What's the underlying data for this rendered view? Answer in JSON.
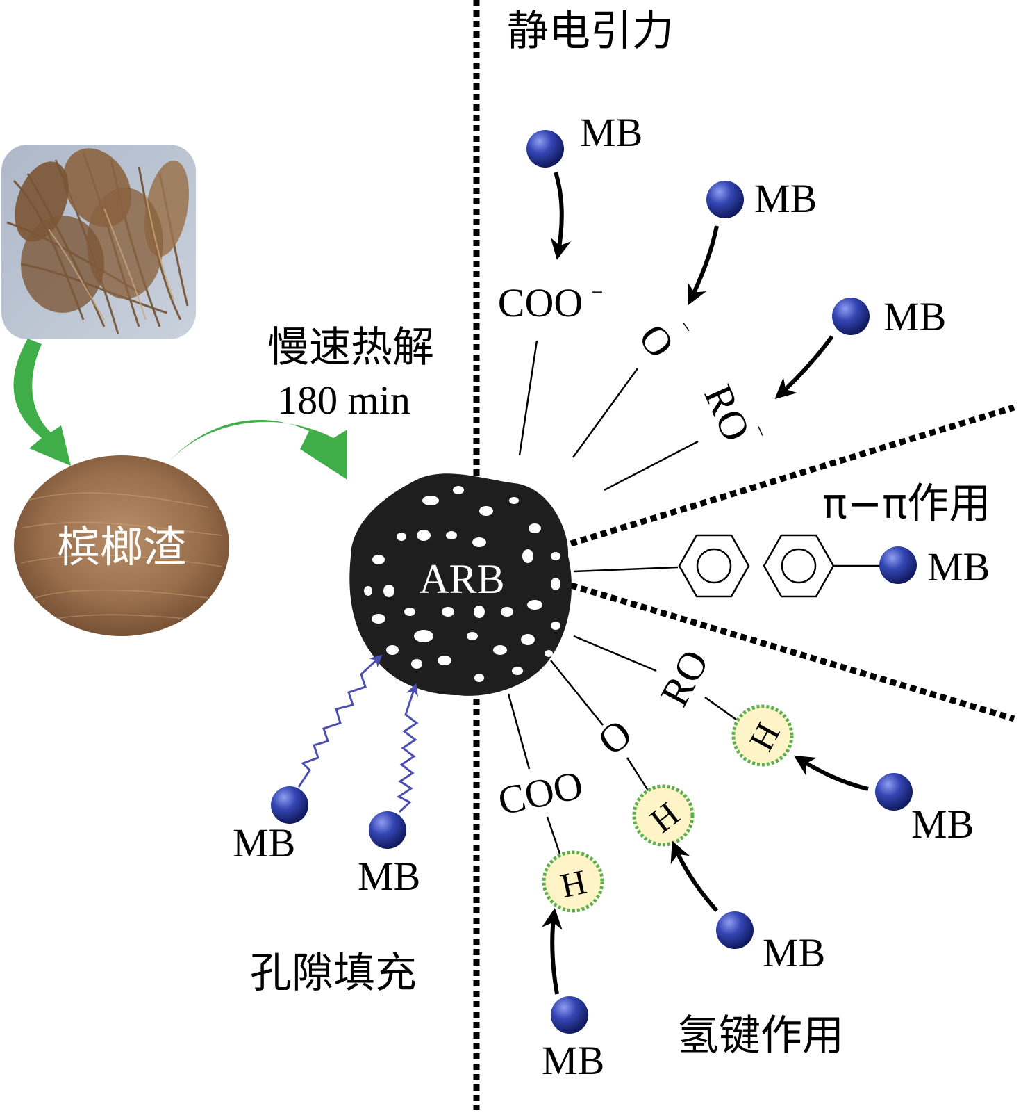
{
  "labels": {
    "electrostatic": "静电引力",
    "pi_pi": "π−π作用",
    "pore_filling": "孔隙填充",
    "hydrogen_bond": "氢键作用",
    "pyrolysis_line1": "慢速热解",
    "pyrolysis_line2": "180 min",
    "residue": "槟榔渣",
    "arb": "ARB",
    "mb": "MB",
    "coo_minus": "COO",
    "minus": "−",
    "o_minus": "O",
    "ro_minus": "RO",
    "coo": "COO",
    "o": "O",
    "ro": "RO",
    "h": "H"
  },
  "colors": {
    "mb_ball": "#2b3a9a",
    "green_arrow": "#3fae49",
    "wavy_arrow": "#4a4fb0",
    "h_fill": "#fff3c8",
    "h_ring": "#5bb04a"
  },
  "icons": {
    "arrow": "curved-arrow-icon",
    "benzene": "benzene-ring-icon"
  }
}
